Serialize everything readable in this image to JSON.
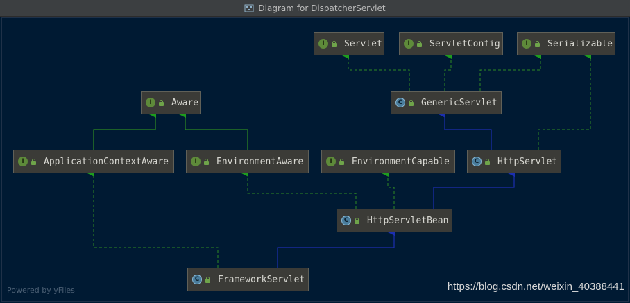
{
  "window": {
    "title": "Diagram for DispatcherServlet"
  },
  "nodes": [
    {
      "id": "servlet",
      "label": "Servlet",
      "kind": "interface"
    },
    {
      "id": "servletconfig",
      "label": "ServletConfig",
      "kind": "interface"
    },
    {
      "id": "serializable",
      "label": "Serializable",
      "kind": "interface"
    },
    {
      "id": "aware",
      "label": "Aware",
      "kind": "interface"
    },
    {
      "id": "genericservlet",
      "label": "GenericServlet",
      "kind": "class"
    },
    {
      "id": "applicationcontextaware",
      "label": "ApplicationContextAware",
      "kind": "interface"
    },
    {
      "id": "environmentaware",
      "label": "EnvironmentAware",
      "kind": "interface"
    },
    {
      "id": "environmentcapable",
      "label": "EnvironmentCapable",
      "kind": "interface"
    },
    {
      "id": "httpservlet",
      "label": "HttpServlet",
      "kind": "class"
    },
    {
      "id": "httpservletbean",
      "label": "HttpServletBean",
      "kind": "class"
    },
    {
      "id": "frameworkservlet",
      "label": "FrameworkServlet",
      "kind": "class"
    }
  ],
  "icons": {
    "interface": "interface-icon",
    "class": "class-icon",
    "visibility": "public-lock-icon"
  },
  "colors": {
    "background": "#001a33",
    "node_fill": "#3b3b37",
    "implements_edge": "#2e8b23",
    "extends_edge": "#1f3aa8",
    "interface_icon": "#5e8a3a",
    "class_icon": "#4a7d9c"
  },
  "footer": {
    "powered_by": "Powered by yFiles",
    "watermark": "https://blog.csdn.net/weixin_40388441"
  }
}
